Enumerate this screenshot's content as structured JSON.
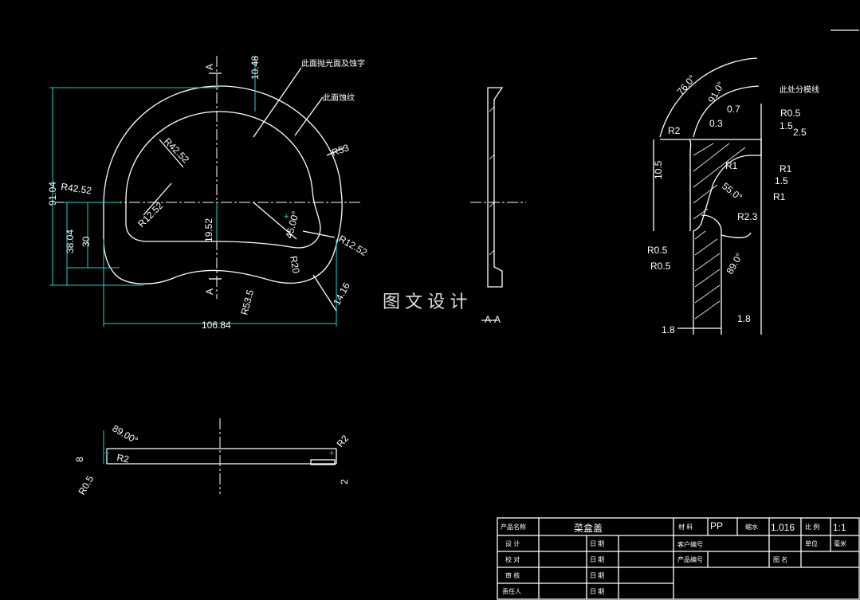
{
  "front_view": {
    "section_mark_top": "A",
    "section_mark_bottom": "A",
    "note_polish": "此面抛光面及蚀字",
    "note_etch": "此面蚀纹",
    "dims": {
      "d_10_48": "10.48",
      "r_42_52_inner": "R42.52",
      "r_53": "R53",
      "r_42_52_outer": "R42.52",
      "d_91_04": "91.04",
      "d_38_04": "38.04",
      "d_30": "30",
      "r_12_52_left": "R12.52",
      "d_19_52": "19.52",
      "a_45": "45.00°",
      "r_12_52_right": "R12.52",
      "r_20": "R20",
      "r_53_5": "R53.5",
      "d_14_16": "14.16",
      "d_106_84": "106.84"
    }
  },
  "section_view": {
    "label": "A-A"
  },
  "watermark": "图 文 设 计",
  "detail_view": {
    "note_parting": "此处分模线",
    "dims": {
      "a_76": "76.0°",
      "a_91": "91.0°",
      "d_0_7": "0.7",
      "r_0_5_top": "R0.5",
      "d_0_3": "0.3",
      "d_1_5_top": "1.5",
      "d_2_5": "2.5",
      "r_2": "R2",
      "r_1_a": "R1",
      "r_1_b": "R1",
      "d_1_5_mid": "1.5",
      "r_1_c": "R1",
      "d_10_5": "10.5",
      "a_55": "55.0°",
      "r_2_3": "R2.3",
      "r_0_5_a": "R0.5",
      "r_0_5_b": "R0.5",
      "a_89_right": "89.0°",
      "d_1_8_left": "1.8",
      "d_1_8_right": "1.8"
    }
  },
  "side_view": {
    "dims": {
      "a_89": "89.00°",
      "r_2_left": "R2",
      "d_8": "8",
      "r_0_5": "R0.5",
      "r_2_right": "R2",
      "d_2": "2"
    }
  },
  "title_block": {
    "product_name_label": "产品名称",
    "product_name": "菜盒盖",
    "material_label": "材 料",
    "material": "PP",
    "shrink_label": "缩水",
    "shrink": "1.016",
    "scale_label": "比 例",
    "scale": "1:1",
    "unit_label": "单位",
    "unit": "毫米",
    "design_label": "设 计",
    "check_label": "校 对",
    "review_label": "审 核",
    "owner_label": "责任人",
    "date_label": "日 期",
    "customer_label": "客户编号",
    "product_no_label": "产品编号",
    "drawing_name_label": "图 名"
  }
}
